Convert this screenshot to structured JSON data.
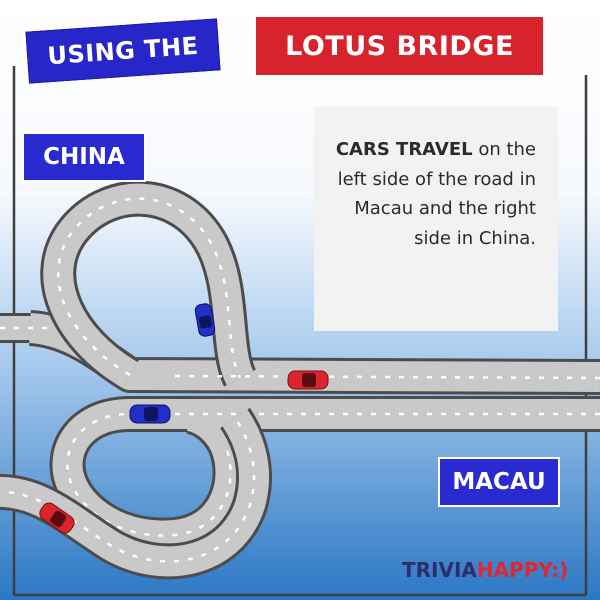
{
  "title": {
    "part1": "USING THE",
    "part2": "LOTUS BRIDGE"
  },
  "labels": {
    "china": "CHINA",
    "macau": "MACAU"
  },
  "info": {
    "lead": "CARS TRAVEL",
    "body": " on the left side of the road in Macau and the right side in China."
  },
  "brand": {
    "trivia": "TRIVIA",
    "happy": "HAPPY:)"
  },
  "colors": {
    "sky_top": "#ffffff",
    "sky_bottom": "#2f7fc9",
    "road": "#c9c9c9",
    "road_edge": "#4c4c4c",
    "chevron": "#ffffff",
    "car_blue": "#2030c8",
    "car_red": "#d9252b"
  },
  "cars": [
    {
      "color": "blue",
      "name": "car-blue-loop-top"
    },
    {
      "color": "red",
      "name": "car-red-road-top"
    },
    {
      "color": "blue",
      "name": "car-blue-road-bottom"
    },
    {
      "color": "red",
      "name": "car-red-loop-bottom"
    }
  ]
}
